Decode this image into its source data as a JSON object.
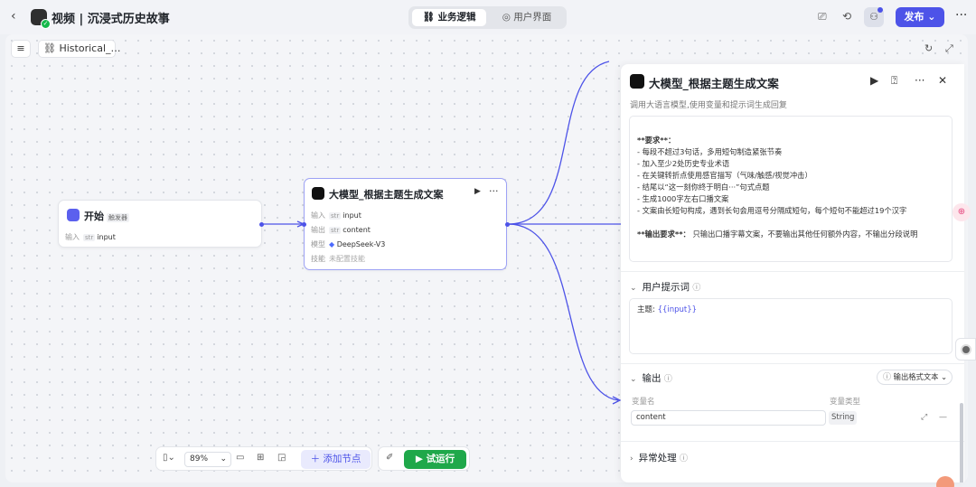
{
  "topbar": {
    "back_icon": "chevron-left-icon",
    "title": "视频 | 沉浸式历史故事",
    "tabs": [
      "业务逻辑",
      "用户界面"
    ],
    "publish_label": "发布",
    "publish_color": "#4d53e8"
  },
  "canvas": {
    "workflow_name": "Historical_…",
    "start_node": {
      "title": "开始",
      "badge": "触发器",
      "rows": [
        {
          "key": "输入",
          "type": "str",
          "value": "input"
        }
      ]
    },
    "llm_node": {
      "title": "大模型_根据主题生成文案",
      "rows": [
        {
          "key": "输入",
          "type": "str",
          "value": "input"
        },
        {
          "key": "输出",
          "type": "str",
          "value": "content"
        },
        {
          "key": "模型",
          "type": "",
          "value": "DeepSeek-V3"
        },
        {
          "key": "技能",
          "type": "",
          "value": "未配置技能"
        }
      ]
    },
    "wire_color": "#4d53e8"
  },
  "toolbar": {
    "zoom": "89%",
    "add_node": "添加节点",
    "run": "试运行",
    "run_color": "#1fa84a"
  },
  "panel": {
    "title": "大模型_根据主题生成文案",
    "description": "调用大语言模型,使用变量和提示词生成回复",
    "system_prompt": {
      "requirements_header": "**要求**：",
      "requirements": [
        "- 每段不超过3句话，多用短句制造紧张节奏",
        "- 加入至少2处历史专业术语",
        "- 在关键转折点使用感官描写（气味/触感/视觉冲击）",
        "- 结尾以“这一刻你终于明白···”句式点题",
        "- 生成1000字左右口播文案",
        "- 文案由长短句构成，遇到长句会用逗号分隔成短句，每个短句不能超过19个汉字"
      ],
      "output_header": "**输出要求**：",
      "output_text": "只输出口播字幕文案，不要输出其他任何额外内容，不输出分段说明"
    },
    "user_prompt": {
      "label": "用户提示词",
      "prefix": "主题:",
      "variable": "{{input}}"
    },
    "output": {
      "label": "输出",
      "format": "输出格式文本",
      "col_name": "变量名",
      "col_type": "变量类型",
      "var_name": "content",
      "var_type": "String"
    },
    "exception_label": "异常处理"
  }
}
